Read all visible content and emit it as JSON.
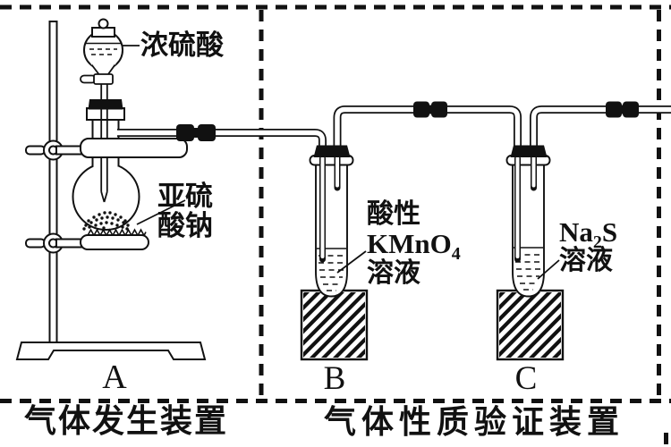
{
  "colors": {
    "ink": "#111111",
    "background": "#ffffff"
  },
  "sections": {
    "generator": {
      "caption": "气体发生装置",
      "apparatus_label": "A",
      "funnel_reagent": "浓硫酸",
      "solid_reagent": {
        "line1": "亚硫",
        "line2": "酸钠"
      }
    },
    "verifier": {
      "caption": "气体性质验证装置",
      "tube_b": {
        "apparatus_label": "B",
        "reagent": {
          "line1": "酸性",
          "formula_prefix": "KMnO",
          "formula_subscript": "4",
          "line3": "溶液"
        }
      },
      "tube_c": {
        "apparatus_label": "C",
        "reagent": {
          "formula_prefix": "Na",
          "formula_subscript": "2",
          "formula_suffix": "S",
          "line2": "溶液"
        }
      }
    }
  }
}
